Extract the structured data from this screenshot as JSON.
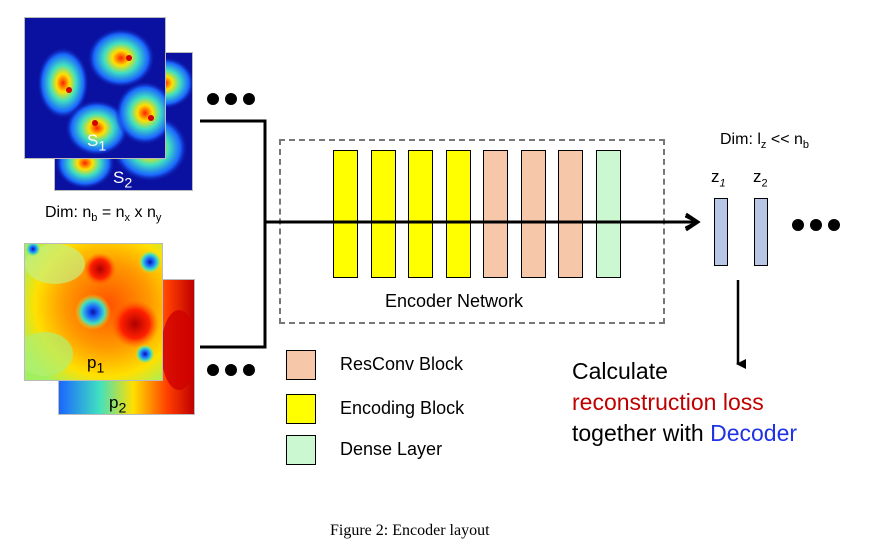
{
  "colors": {
    "encoding": "#ffff00",
    "resconv": "#f6c7a8",
    "dense": "#cbf7d1",
    "latent": "#b6c6e4",
    "dashed_box": "#777777",
    "reconstruction": "#c00000",
    "decoder": "#1f33e6"
  },
  "inputs": {
    "s1_label_main": "S",
    "s1_label_sub": "1",
    "s2_label_main": "S",
    "s2_label_sub": "2",
    "p1_label_main": "p",
    "p1_label_sub": "1",
    "p2_label_main": "p",
    "p2_label_sub": "2",
    "dim_label": "Dim:",
    "dim_nb": "n",
    "dim_nb_sub": "b",
    "dim_eq": "=",
    "dim_nx": "n",
    "dim_nx_sub": "x",
    "dim_x": "x",
    "dim_ny": "n",
    "dim_ny_sub": "y"
  },
  "encoder": {
    "label": "Encoder Network",
    "blocks": [
      "encoding",
      "encoding",
      "encoding",
      "encoding",
      "resconv",
      "resconv",
      "resconv",
      "dense"
    ]
  },
  "latent": {
    "dim_label": "Dim:",
    "dim_lz": "l",
    "dim_lz_sub": "z",
    "dim_ll": "<<",
    "dim_nb": "n",
    "dim_nb_sub": "b",
    "z1_main": "z",
    "z1_sub": "1",
    "z2_main": "z",
    "z2_sub": "2"
  },
  "legend": [
    {
      "key": "resconv",
      "label": "ResConv Block"
    },
    {
      "key": "encoding",
      "label": "Encoding Block"
    },
    {
      "key": "dense",
      "label": "Dense Layer"
    }
  ],
  "calc": {
    "line1": "Calculate",
    "line2": "reconstruction loss",
    "line3_prefix": "together with",
    "line3_highlight": "Decoder"
  },
  "caption": "Figure 2: Encoder layout"
}
